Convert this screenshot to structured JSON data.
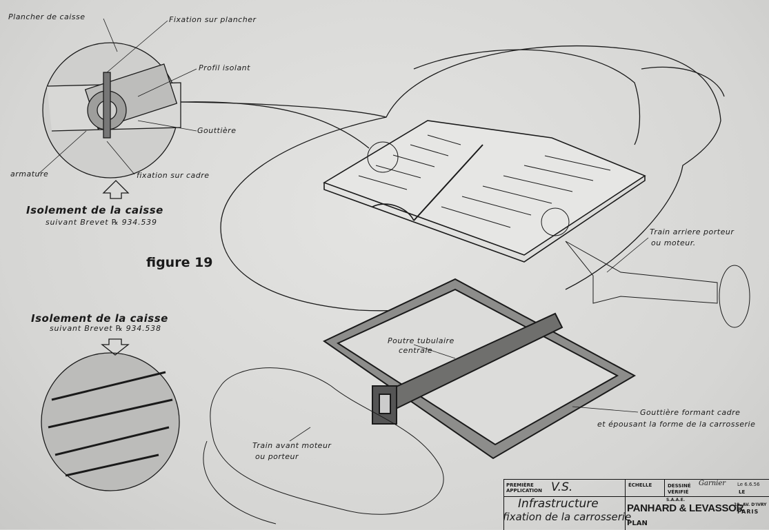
{
  "labels": {
    "plancher_de_caisse": "Plancher de caisse",
    "fixation_sur_plancher": "Fixation sur plancher",
    "profil_isolant": "Profil isolant",
    "gouttiere": "Gouttière",
    "armature": "armature",
    "fixation_sur_cadre": "fixation sur cadre",
    "train_arriere": [
      "Train arriere porteur",
      "ou moteur."
    ],
    "poutre": [
      "Poutre tubulaire",
      "centrale"
    ],
    "gouttiere_cadre": [
      "Gouttière formant cadre",
      "et épousant la forme de la carrosserie"
    ],
    "train_avant": [
      "Train avant moteur",
      "ou porteur"
    ]
  },
  "captions": {
    "top_title": "Isolement de la caisse",
    "top_sub": "suivant Brevet ℞ 934.539",
    "figure": "figure 19",
    "bottom_title": "Isolement de la caisse",
    "bottom_sub": "suivant Brevet ℞ 934.538"
  },
  "title_block": {
    "premiere_application_label": [
      "PREMIÈRE",
      "APPLICATION"
    ],
    "premiere_application_value": "V.S.",
    "echelle_label": "ÉCHELLE",
    "dessine_label": "DESSINÉ",
    "verifie_label": "VÉRIFIÉ",
    "dessine_signature": "Garnier",
    "dessine_date": "Le 6.6.56",
    "verifie_le": "LE",
    "title_line1": "Infrastructure",
    "title_line2": "fixation de la carrosserie",
    "company_prefix": "S.A.A.E.",
    "company": "PANHARD & LEVASSOR",
    "address1": "19, AV. D'IVRY",
    "address2": "PARIS",
    "plan_label": "PLAN"
  }
}
